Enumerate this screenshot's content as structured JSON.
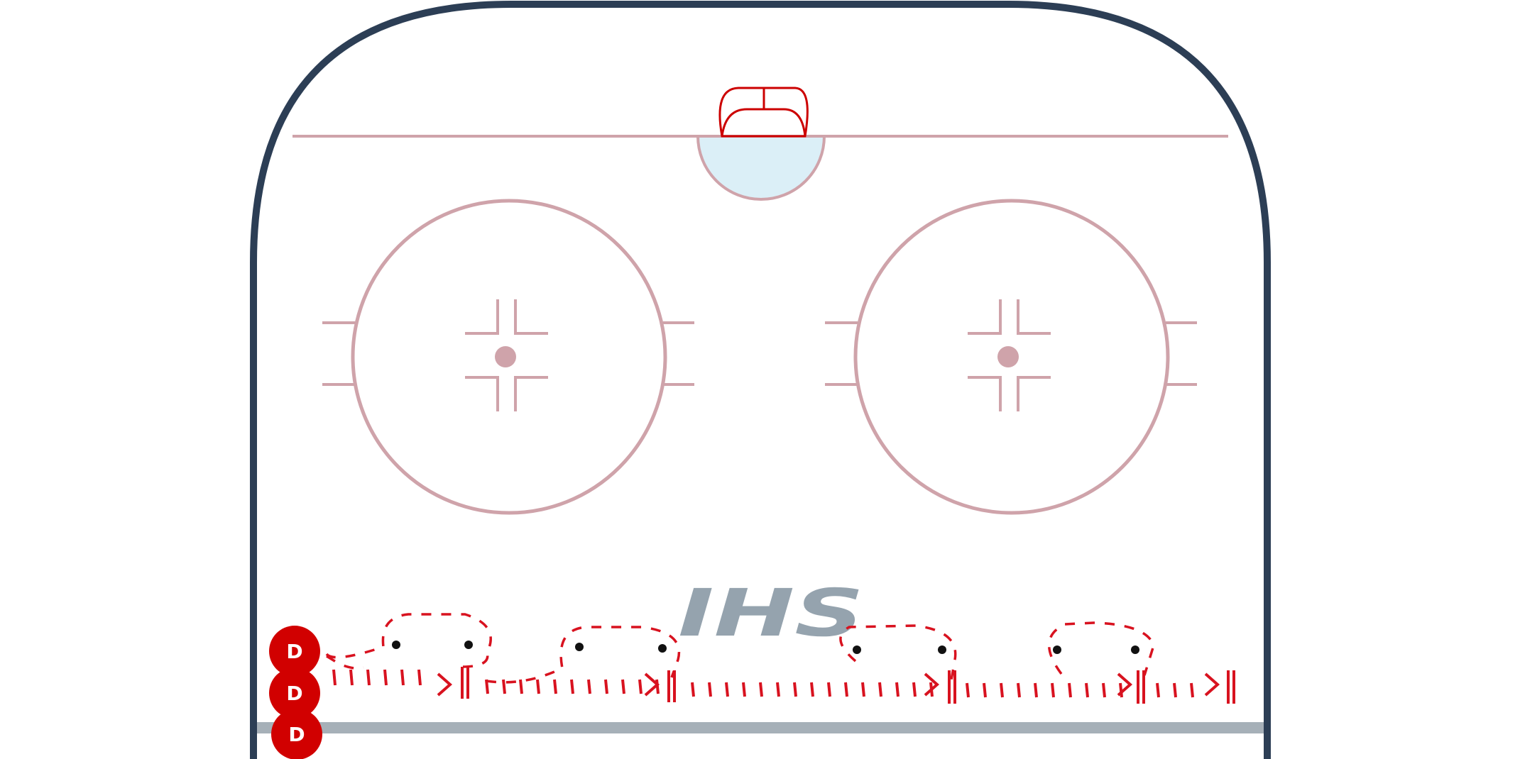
{
  "logo": {
    "text": "IHS",
    "color": "#95a3ae"
  },
  "players": [
    {
      "label": "D"
    },
    {
      "label": "D"
    },
    {
      "label": "D"
    }
  ],
  "colors": {
    "boards": "#2c3e55",
    "markings": "#cfa3aa",
    "crease": "#dbeff7",
    "net": "#cc0000",
    "blue_line": "#a6b0b8",
    "player": "#d10000",
    "skate_path": "#d8121f",
    "puck": "#111111"
  },
  "pucks": 8,
  "icons": [
    "goal-net-icon",
    "faceoff-dot-icon",
    "puck-icon",
    "stop-marker-icon",
    "arrow-icon"
  ]
}
